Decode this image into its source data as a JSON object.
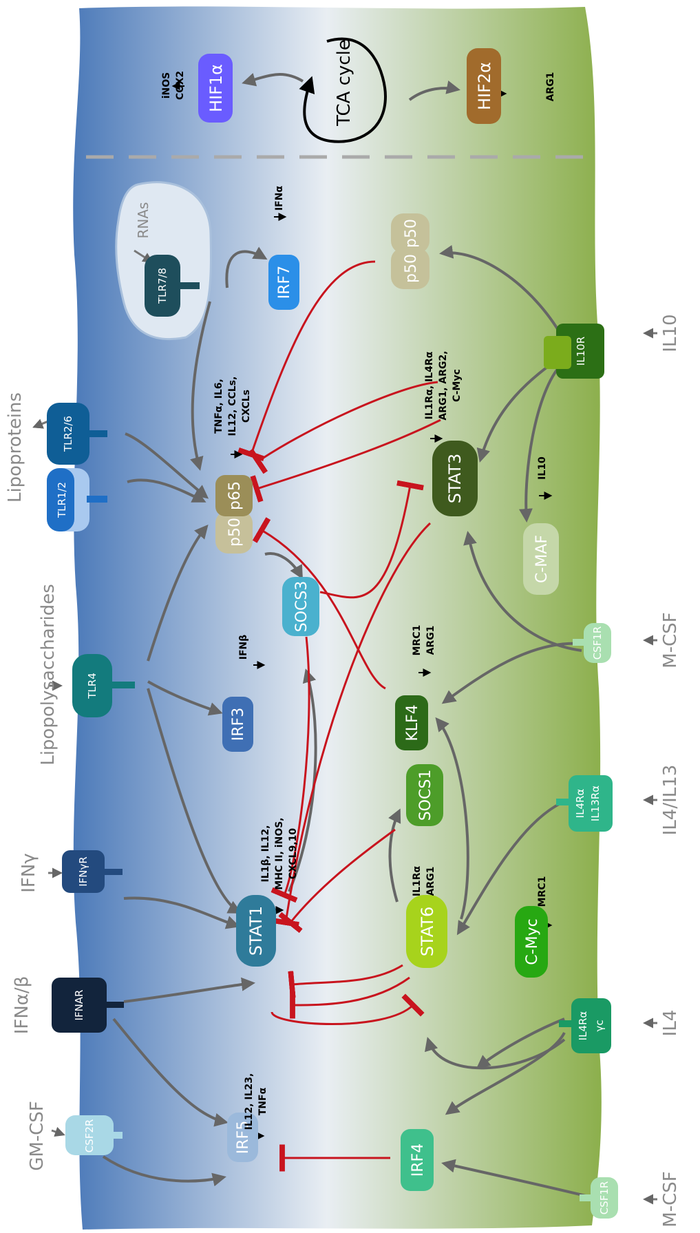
{
  "ligands": {
    "gmcsf": "GM-CSF",
    "ifnab": "IFNα/β",
    "ifng": "IFNγ",
    "lps": "Lipopolysaccharides",
    "lipo": "Lipoproteins",
    "il10": "IL10",
    "mcsf_top": "M-CSF",
    "il4il13": "IL4/IL13",
    "il4": "IL4",
    "mcsf_bot": "M-CSF",
    "rnas": "RNAs"
  },
  "receptors": {
    "csf2r": "CSF2R",
    "ifnar": "IFNAR",
    "ifngr": "IFNγR",
    "tlr4": "TLR4",
    "tlr12": "TLR1/2",
    "tlr26": "TLR2/6",
    "tlr78": "TLR7/8",
    "il10r": "IL10R",
    "csf1r_top": "CSF1R",
    "il4ra_a": "IL4Rα",
    "il13ra": "IL13Rα",
    "il4ra_b": "IL4Rα",
    "gc": "γc",
    "csf1r_bot": "CSF1R"
  },
  "nodes": {
    "irf5": "IRF5",
    "stat1": "STAT1",
    "irf3": "IRF3",
    "socs3": "SOCS3",
    "p50a": "p50",
    "p65": "p65",
    "irf7": "IRF7",
    "irf4": "IRF4",
    "stat6": "STAT6",
    "cmyc": "C-Myc",
    "socs1": "SOCS1",
    "klf4": "KLF4",
    "stat3": "STAT3",
    "cmaf": "C-MAF",
    "p50b": "p50",
    "p50c": "p50",
    "hif1a": "HIF1α",
    "hif2a": "HIF2α",
    "tca": "TCA cycle"
  },
  "outputs": {
    "irf5_1": "IL12, IL23,",
    "irf5_2": "TNFα",
    "stat1_1": "IL1β, IL12,",
    "stat1_2": "MHC II, iNOS,",
    "stat1_3": "CXCL9,10",
    "irf3": "IFNβ",
    "nfkb_1": "TNFα, IL6,",
    "nfkb_2": "IL12, CCLs,",
    "nfkb_3": "CXCLs",
    "irf7": "IFNα",
    "stat6_1": "IL1Rα",
    "stat6_2": "ARG1",
    "cmyc": "MRC1",
    "klf4_1": "MRC1",
    "klf4_2": "ARG1",
    "stat3_1": "IL1Rα, IL4Rα",
    "stat3_2": "ARG1, ARG2,",
    "stat3_3": "C-Myc",
    "cmaf": "IL10",
    "hif1a_1": "iNOS",
    "hif1a_2": "COX2",
    "hif2a": "ARG1"
  },
  "colors": {
    "m1_blue": "#4a78b8",
    "m2_green": "#8fb04a",
    "inhibit_red": "#c8141e",
    "arrow_grey": "#666666"
  }
}
